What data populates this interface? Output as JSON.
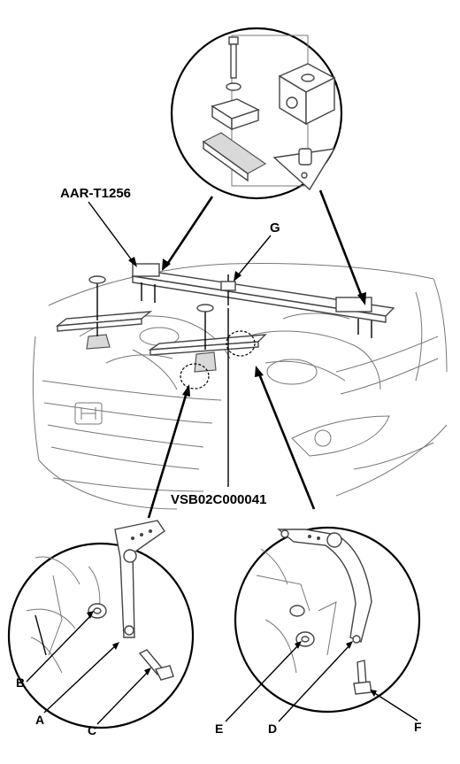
{
  "labels": {
    "tool": "AAR-T1256",
    "g": "G",
    "vsb": "VSB02C000041",
    "a": "A",
    "b": "B",
    "c": "C",
    "d": "D",
    "e": "E",
    "f": "F"
  },
  "colors": {
    "line": "#000000",
    "sketch": "#777777",
    "part_fill": "#d9d9d9"
  }
}
